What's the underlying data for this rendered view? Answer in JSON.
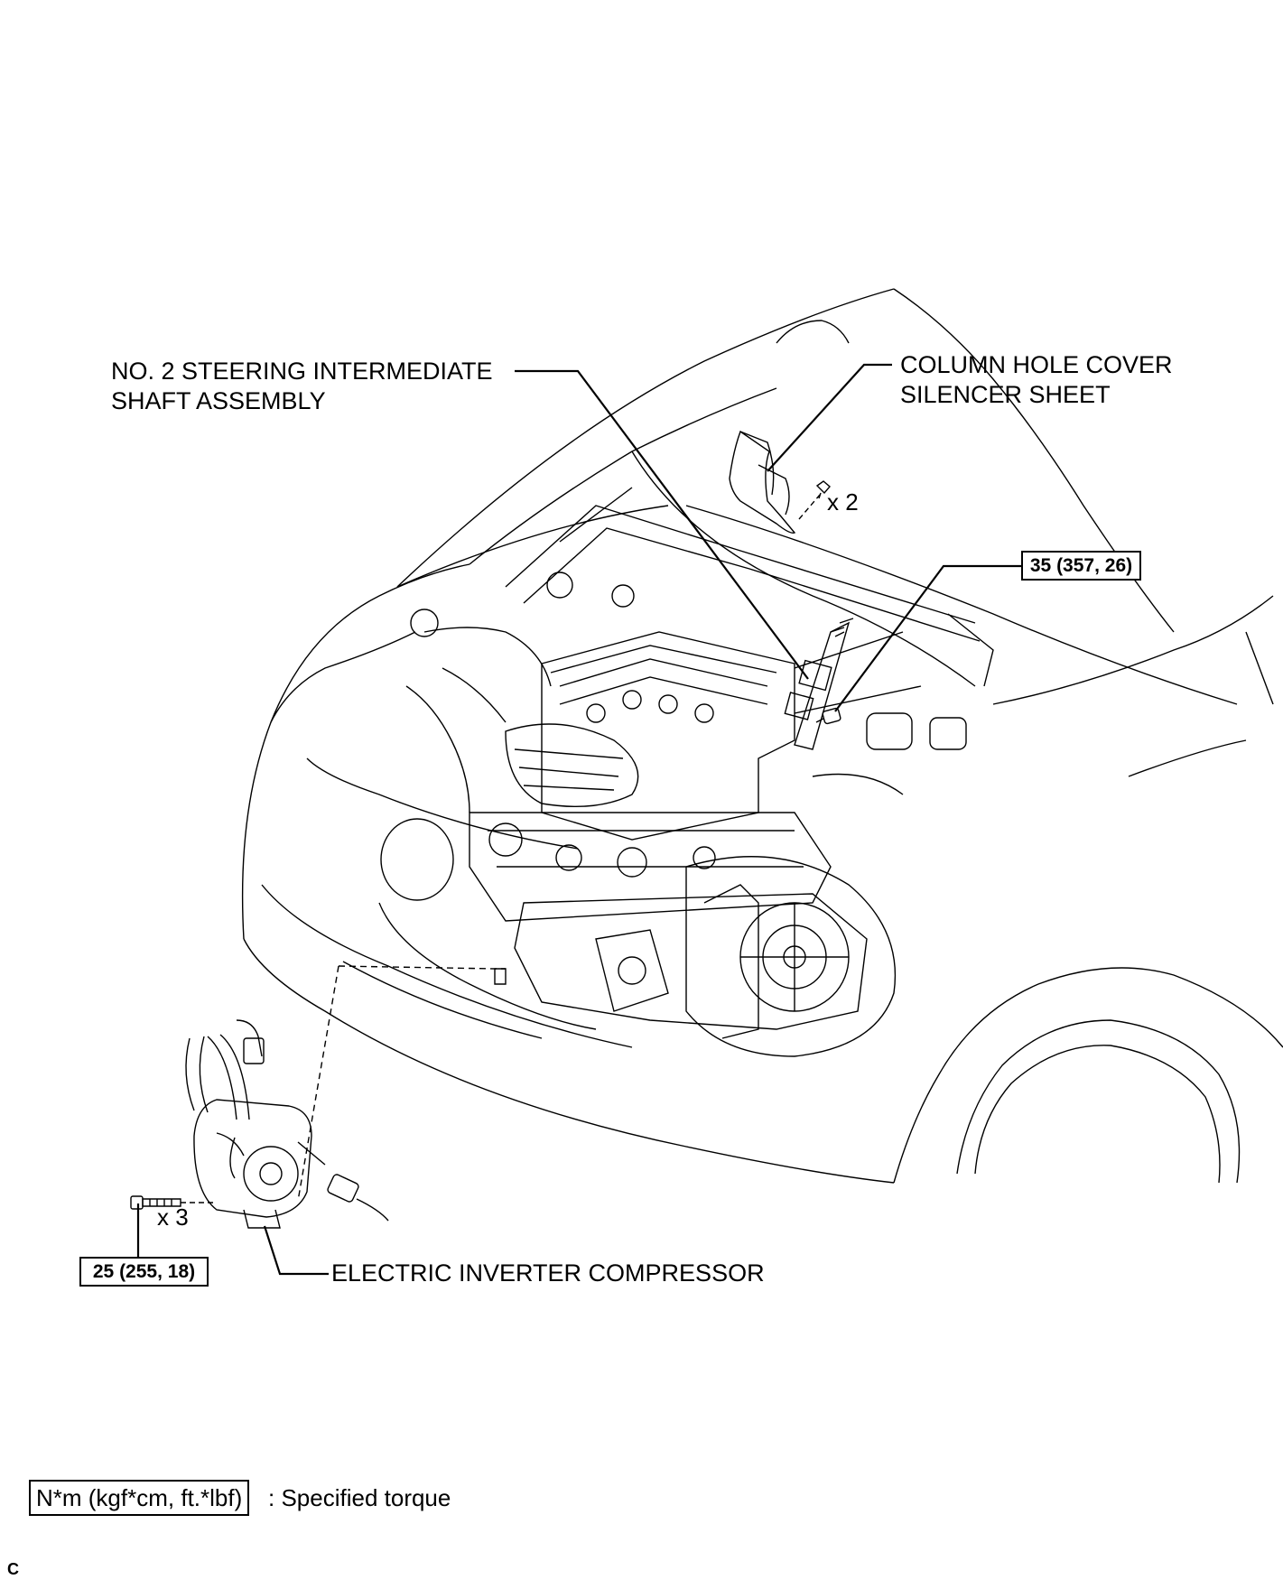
{
  "labels": {
    "steering_shaft_line1": "NO. 2 STEERING INTERMEDIATE",
    "steering_shaft_line2": "SHAFT ASSEMBLY",
    "column_cover_line1": "COLUMN HOLE COVER",
    "column_cover_line2": "SILENCER SHEET",
    "compressor": "ELECTRIC INVERTER COMPRESSOR"
  },
  "quantities": {
    "clips": "x 2",
    "bolts": "x 3"
  },
  "torques": {
    "steering_bolt": "35 (357, 26)",
    "compressor_bolts": "25 (255, 18)"
  },
  "legend": {
    "unit_box": "N*m (kgf*cm, ft.*lbf)",
    "description": ": Specified torque"
  },
  "corner_code": "C"
}
